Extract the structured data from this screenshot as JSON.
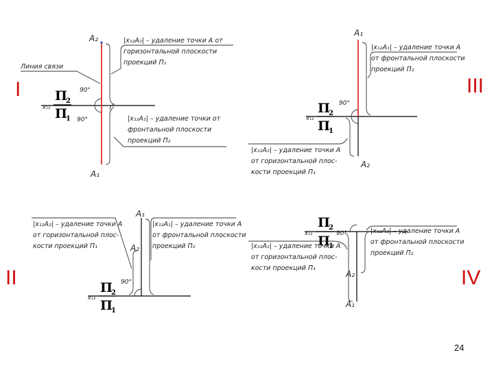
{
  "roman": {
    "p1": "I",
    "p2": "II",
    "p3": "III",
    "p4": "IV"
  },
  "page_number": "24",
  "axis_label": "x₁₂",
  "planes": {
    "top": "П",
    "top_sub": "2",
    "bottom": "П",
    "bottom_sub": "1"
  },
  "points": {
    "a2": "A₂",
    "a1": "A₁"
  },
  "angle": "90°",
  "panel1": {
    "link_line": "Линия связи",
    "note_top": [
      "|x₁₂A₂| – удаление точки А от",
      "горизонтальной плоскости",
      "проекций П₁"
    ],
    "note_bottom": [
      "|x₁₂A₁| – удаление точки от",
      "фронтальной плоскости",
      "проекций П₂"
    ]
  },
  "panel3": {
    "note_top": [
      "|x₁₂A₁| – удаление точки А",
      "от фронтальной плоскости",
      "проекций П₂"
    ],
    "note_bottom": [
      "|x₁₂A₂| – удаление точки А",
      "от горизонтальной плос-",
      "кости проекций П₁"
    ]
  },
  "panel2": {
    "note_left": [
      "|x₁₂A₂| – удаление точки А",
      "от горизонтальной плос-",
      "кости проекций П₁"
    ],
    "note_right": [
      "|x₁₂A₁| – удаление точки А",
      "от фронтальной плоскости",
      "проекций П₂"
    ]
  },
  "panel4": {
    "note_top": [
      "|x₁₂A₁| – удаление точки А",
      "от фронтальной плоскости",
      "проекций П₂"
    ],
    "note_bottom": [
      "|x₁₂A₂| – удаление точки А",
      "от горизонтальной плос-",
      "кости проекций П₁"
    ]
  }
}
